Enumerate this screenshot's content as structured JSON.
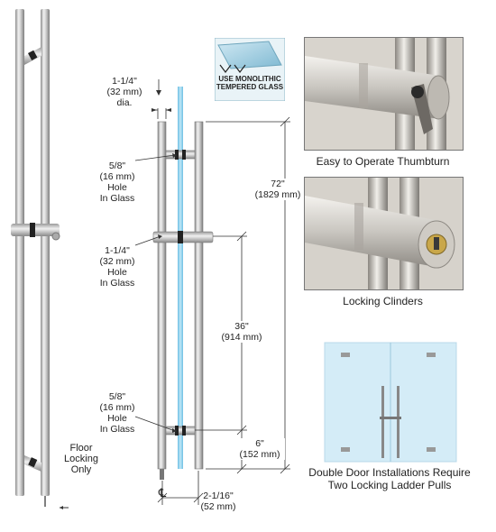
{
  "badge": {
    "line1": "USE MONOLITHIC",
    "line2": "TEMPERED GLASS"
  },
  "dimensions": {
    "tube_dia": [
      "1-1/4\"",
      "(32 mm)",
      "dia."
    ],
    "hole_top": [
      "5/8\"",
      "(16 mm)",
      "Hole",
      "In Glass"
    ],
    "hole_mid": [
      "1-1/4\"",
      "(32 mm)",
      "Hole",
      "In Glass"
    ],
    "hole_bottom": [
      "5/8\"",
      "(16 mm)",
      "Hole",
      "In Glass"
    ],
    "overall": [
      "72\"",
      "(1829 mm)"
    ],
    "center": [
      "36\"",
      "(914 mm)"
    ],
    "floor_gap": [
      "6\"",
      "(152 mm)"
    ],
    "offset": [
      "2-1/16\"",
      "(52 mm)"
    ],
    "centerline_symbol": "℄"
  },
  "floor_note": [
    "Floor",
    "Locking",
    "Only"
  ],
  "captions": {
    "thumbturn": "Easy to Operate Thumbturn",
    "cylinders": "Locking Clinders",
    "double_door": [
      "Double Door Installations Require",
      "Two Locking Ladder Pulls"
    ]
  },
  "colors": {
    "steel": "#c9c9c9",
    "glass": "#9fd3ea",
    "glass_edge": "#5fb6dd",
    "rubber": "#222222"
  }
}
